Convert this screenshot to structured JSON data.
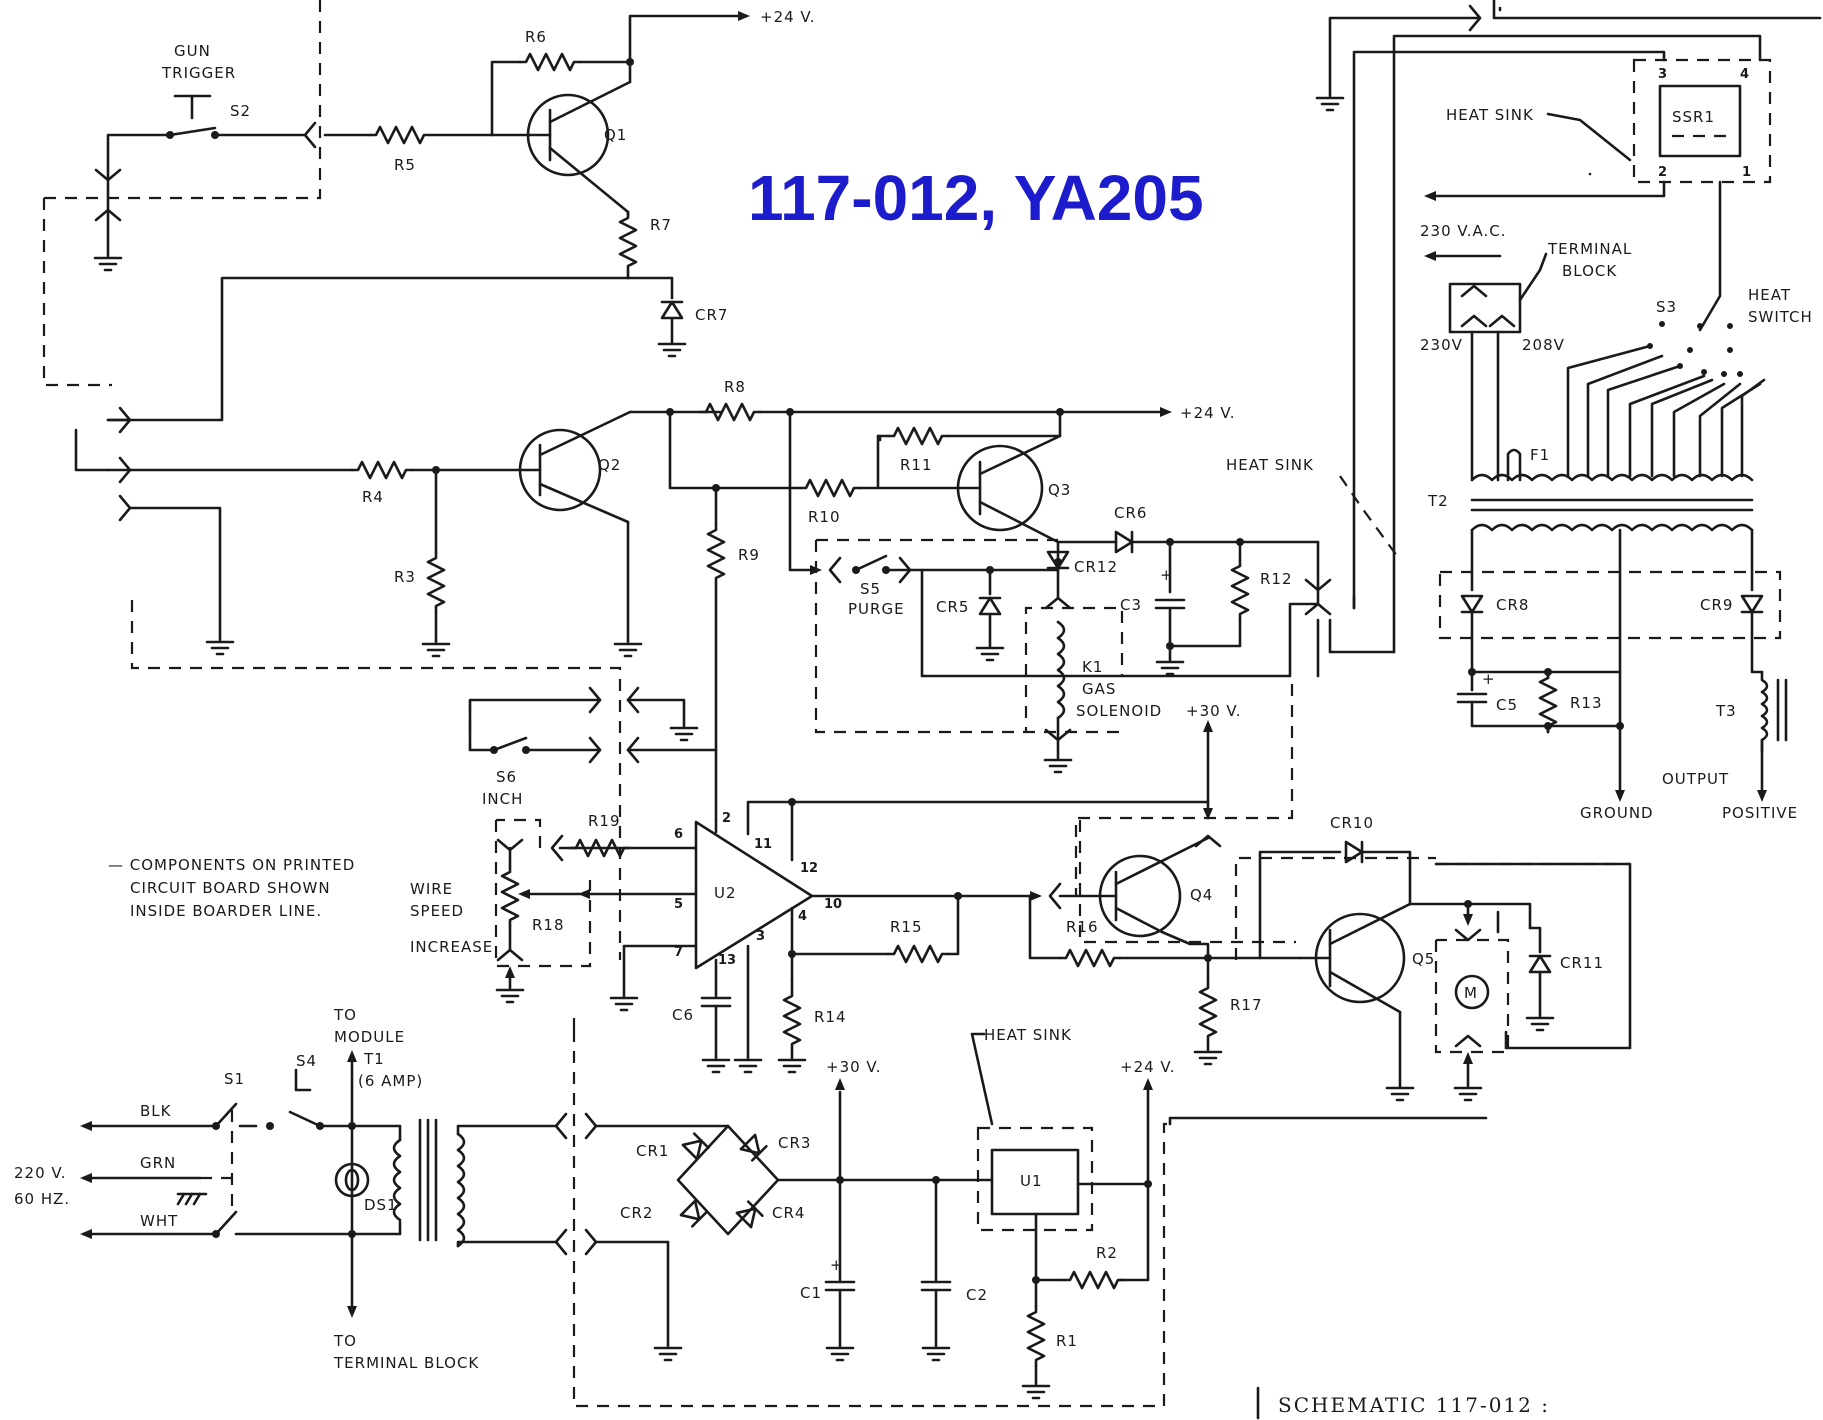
{
  "title": "117-012, YA205",
  "caption": "SCHEMATIC 117-012 :",
  "legend": {
    "line1": "— COMPONENTS ON PRINTED",
    "line2": "CIRCUIT BOARD SHOWN",
    "line3": "INSIDE BOARDER LINE."
  },
  "labels": {
    "gun_trigger_1": "GUN",
    "gun_trigger_2": "TRIGGER",
    "s2": "S2",
    "r6": "R6",
    "r5": "R5",
    "q1": "Q1",
    "r7": "R7",
    "cr7": "CR7",
    "plus24_top": "+24 V.",
    "r8": "R8",
    "plus24_mid": "+24 V.",
    "r11": "R11",
    "q2": "Q2",
    "q3": "Q3",
    "r4": "R4",
    "r3": "R3",
    "r10": "R10",
    "r9": "R9",
    "cr6": "CR6",
    "cr12": "CR12",
    "s5": "S5",
    "purge": "PURGE",
    "cr5": "CR5",
    "c3": "C3",
    "r12": "R12",
    "k1": "K1",
    "gas": "GAS",
    "solenoid": "SOLENOID",
    "plus30_mid": "+30 V.",
    "s6": "S6",
    "inch": "INCH",
    "r19": "R19",
    "wire_speed_1": "WIRE",
    "wire_speed_2": "SPEED",
    "increase": "INCREASE",
    "r18": "R18",
    "u2": "U2",
    "pin6": "6",
    "pin5": "5",
    "pin7": "7",
    "pin2": "2",
    "pin11": "11",
    "pin12": "12",
    "pin10": "10",
    "pin4": "4",
    "pin3": "3",
    "pin13": "13",
    "r15": "R15",
    "r14": "R14",
    "c6": "C6",
    "q4": "Q4",
    "r16": "R16",
    "r17": "R17",
    "cr10": "CR10",
    "q5": "Q5",
    "cr11": "CR11",
    "motor": "M",
    "heat_sink_top": "HEAT SINK",
    "ssr1": "SSR1",
    "ssr_pin1": "1",
    "ssr_pin2": "2",
    "ssr_pin3": "3",
    "ssr_pin4": "4",
    "vac230": "230 V.A.C.",
    "terminal_block_1": "TERMINAL",
    "terminal_block_2": "BLOCK",
    "v230": "230V",
    "v208": "208V",
    "s3": "S3",
    "heat_switch_1": "HEAT",
    "heat_switch_2": "SWITCH",
    "heat_sink_mid": "HEAT SINK",
    "f1": "F1",
    "t2": "T2",
    "cr8": "CR8",
    "cr9": "CR9",
    "c5": "C5",
    "r13": "R13",
    "t3": "T3",
    "output": "OUTPUT",
    "ground": "GROUND",
    "positive": "POSITIVE",
    "to_module_1": "TO",
    "to_module_2": "MODULE",
    "s1": "S1",
    "s4": "S4",
    "t1": "T1",
    "t1_rating": "(6 AMP)",
    "blk": "BLK",
    "grn": "GRN",
    "wht": "WHT",
    "v220": "220 V.",
    "hz60": "60 HZ.",
    "ds1": "DS1",
    "to_tb_1": "TO",
    "to_tb_2": "TERMINAL BLOCK",
    "cr1": "CR1",
    "cr2": "CR2",
    "cr3": "CR3",
    "cr4": "CR4",
    "plus30_bot": "+30 V.",
    "heat_sink_bot": "HEAT SINK",
    "u1": "U1",
    "plus24_bot": "+24 V.",
    "r2": "R2",
    "r1": "R1",
    "c1": "C1",
    "c2": "C2"
  }
}
